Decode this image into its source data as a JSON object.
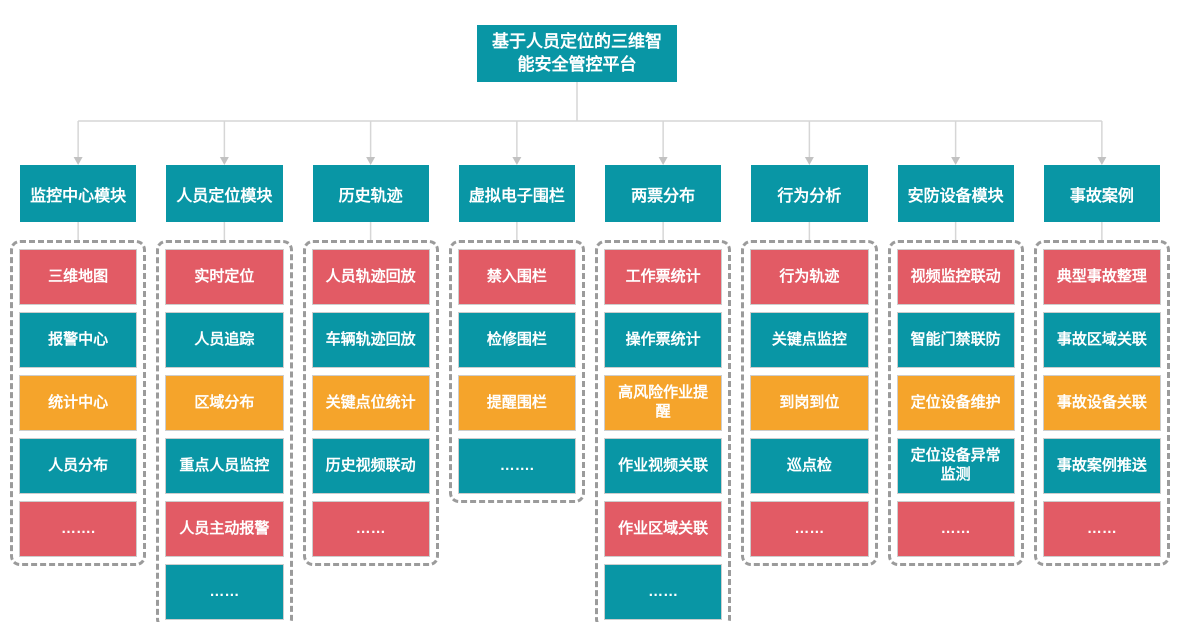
{
  "root": {
    "title": "基于人员定位的三维智能安全管控平台"
  },
  "colors": {
    "teal": "#0996a5",
    "red": "#e25b65",
    "orange": "#f5a42b",
    "dash": "#9b9b9b",
    "connector_line": "#d6d6d6"
  },
  "branches": [
    {
      "header": "监控中心模块",
      "items": [
        {
          "label": "三维地图",
          "color": "red"
        },
        {
          "label": "报警中心",
          "color": "teal"
        },
        {
          "label": "统计中心",
          "color": "orange"
        },
        {
          "label": "人员分布",
          "color": "teal"
        },
        {
          "label": "…….",
          "color": "red"
        }
      ]
    },
    {
      "header": "人员定位模块",
      "items": [
        {
          "label": "实时定位",
          "color": "red"
        },
        {
          "label": "人员追踪",
          "color": "teal"
        },
        {
          "label": "区域分布",
          "color": "orange"
        },
        {
          "label": "重点人员监控",
          "color": "teal"
        },
        {
          "label": "人员主动报警",
          "color": "red"
        },
        {
          "label": "……",
          "color": "teal"
        }
      ]
    },
    {
      "header": "历史轨迹",
      "items": [
        {
          "label": "人员轨迹回放",
          "color": "red"
        },
        {
          "label": "车辆轨迹回放",
          "color": "teal"
        },
        {
          "label": "关键点位统计",
          "color": "orange"
        },
        {
          "label": "历史视频联动",
          "color": "teal"
        },
        {
          "label": "……",
          "color": "red"
        }
      ]
    },
    {
      "header": "虚拟电子围栏",
      "items": [
        {
          "label": "禁入围栏",
          "color": "red"
        },
        {
          "label": "检修围栏",
          "color": "teal"
        },
        {
          "label": "提醒围栏",
          "color": "orange"
        },
        {
          "label": "…….",
          "color": "teal"
        }
      ]
    },
    {
      "header": "两票分布",
      "items": [
        {
          "label": "工作票统计",
          "color": "red"
        },
        {
          "label": "操作票统计",
          "color": "teal"
        },
        {
          "label": "高风险作业提醒",
          "color": "orange"
        },
        {
          "label": "作业视频关联",
          "color": "teal"
        },
        {
          "label": "作业区域关联",
          "color": "red"
        },
        {
          "label": "……",
          "color": "teal"
        }
      ]
    },
    {
      "header": "行为分析",
      "items": [
        {
          "label": "行为轨迹",
          "color": "red"
        },
        {
          "label": "关键点监控",
          "color": "teal"
        },
        {
          "label": "到岗到位",
          "color": "orange"
        },
        {
          "label": "巡点检",
          "color": "teal"
        },
        {
          "label": "……",
          "color": "red"
        }
      ]
    },
    {
      "header": "安防设备模块",
      "items": [
        {
          "label": "视频监控联动",
          "color": "red"
        },
        {
          "label": "智能门禁联防",
          "color": "teal"
        },
        {
          "label": "定位设备维护",
          "color": "orange"
        },
        {
          "label": "定位设备异常监测",
          "color": "teal"
        },
        {
          "label": "……",
          "color": "red"
        }
      ]
    },
    {
      "header": "事故案例",
      "items": [
        {
          "label": "典型事故整理",
          "color": "red"
        },
        {
          "label": "事故区域关联",
          "color": "teal"
        },
        {
          "label": "事故设备关联",
          "color": "orange"
        },
        {
          "label": "事故案例推送",
          "color": "teal"
        },
        {
          "label": "……",
          "color": "red"
        }
      ]
    }
  ]
}
